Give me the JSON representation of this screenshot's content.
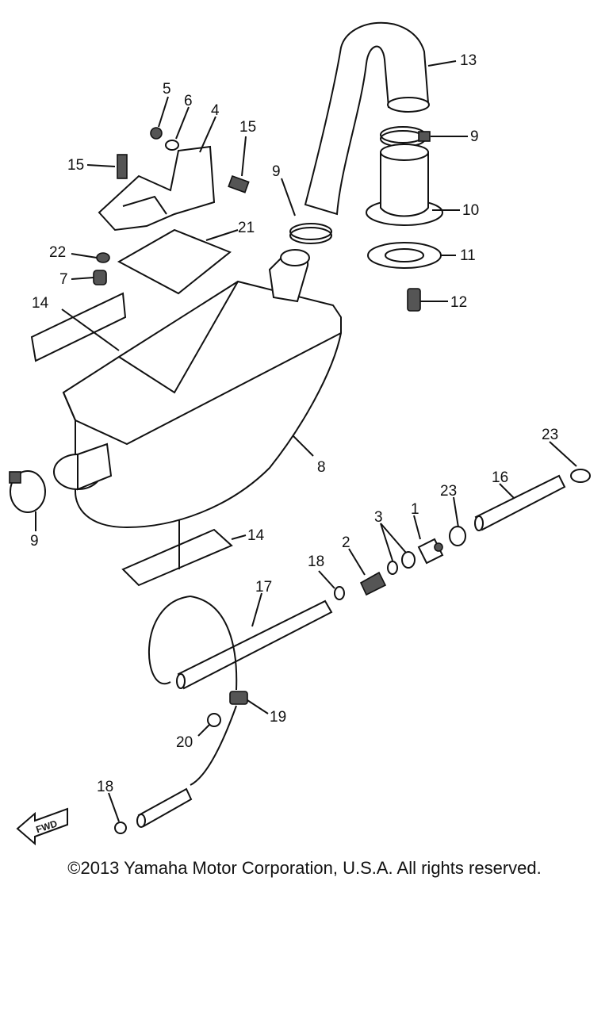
{
  "copyright": "©2013 Yamaha Motor Corporation, U.S.A. All rights reserved.",
  "fwd_label": "FWD",
  "callouts": {
    "c1": "1",
    "c2": "2",
    "c3": "3",
    "c4": "4",
    "c5": "5",
    "c6": "6",
    "c7": "7",
    "c8": "8",
    "c9a": "9",
    "c9b": "9",
    "c9c": "9",
    "c10": "10",
    "c11": "11",
    "c12": "12",
    "c13": "13",
    "c14a": "14",
    "c14b": "14",
    "c15a": "15",
    "c15b": "15",
    "c16": "16",
    "c17": "17",
    "c18a": "18",
    "c18b": "18",
    "c19": "19",
    "c20": "20",
    "c21": "21",
    "c22": "22",
    "c23a": "23",
    "c23b": "23"
  }
}
